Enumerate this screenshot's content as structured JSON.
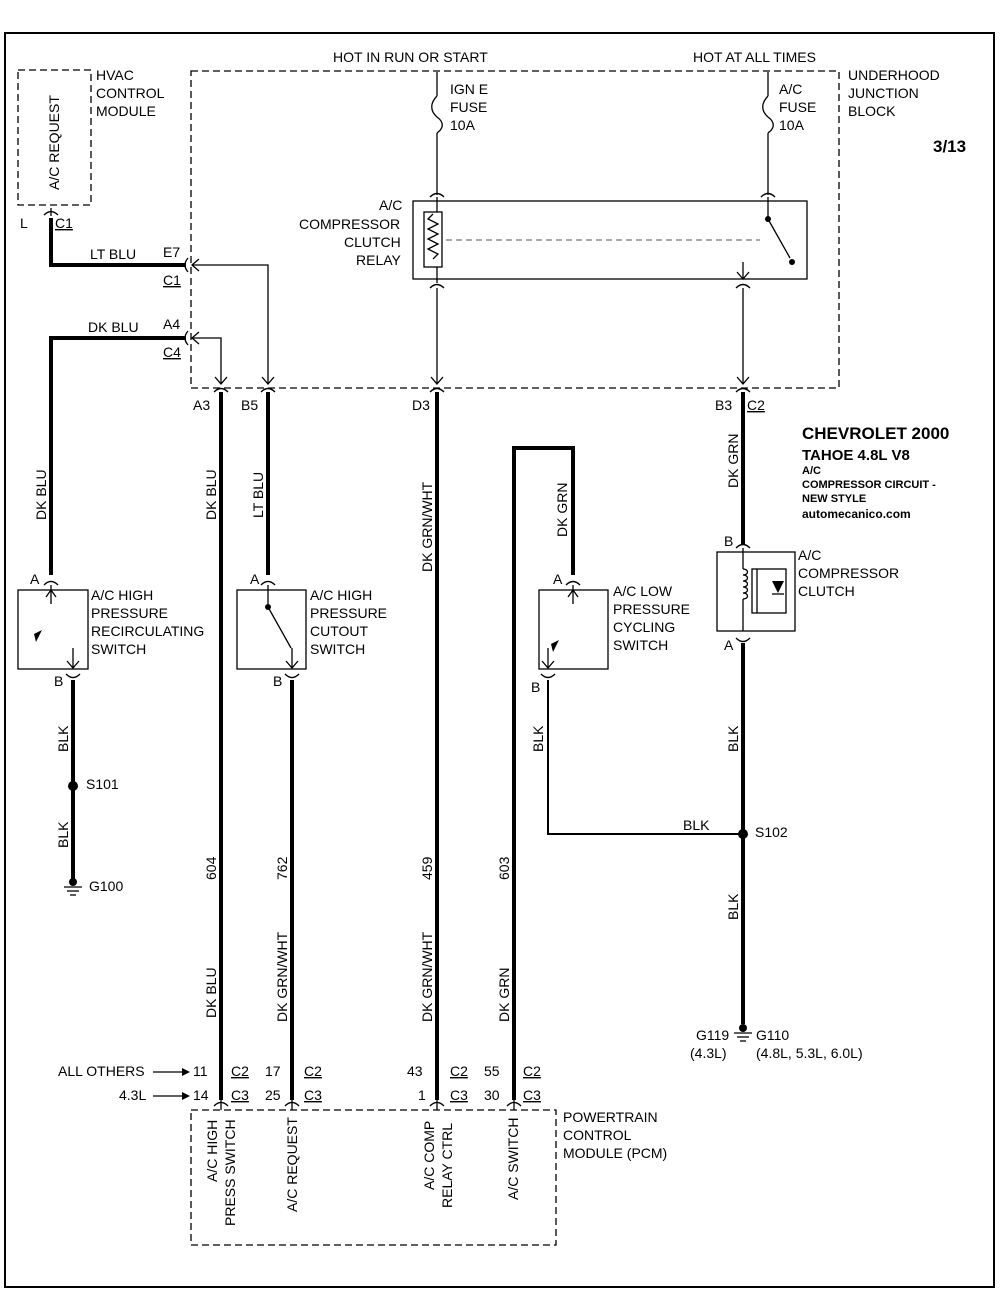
{
  "page": {
    "number": "3/13"
  },
  "title_block": {
    "line1": "CHEVROLET 2000",
    "line2": "TAHOE  4.8L  V8",
    "line3": "A/C",
    "line4": "COMPRESSOR CIRCUIT -",
    "line5": "NEW STYLE",
    "line6": "automecanico.com"
  },
  "power": {
    "hot_run_start": "HOT IN RUN OR START",
    "hot_all_times": "HOT AT ALL TIMES"
  },
  "fuses": {
    "ign_e": {
      "l1": "IGN E",
      "l2": "FUSE",
      "l3": "10A"
    },
    "ac": {
      "l1": "A/C",
      "l2": "FUSE",
      "l3": "10A"
    }
  },
  "junction_block": {
    "l1": "UNDERHOOD",
    "l2": "JUNCTION",
    "l3": "BLOCK"
  },
  "relay": {
    "l1": "A/C",
    "l2": "COMPRESSOR",
    "l3": "CLUTCH",
    "l4": "RELAY"
  },
  "hvac": {
    "l1": "HVAC",
    "l2": "CONTROL",
    "l3": "MODULE",
    "inner": "A/C REQUEST",
    "pin": "L",
    "conn": "C1"
  },
  "junction_pins": {
    "e7": "E7",
    "c1": "C1",
    "a4": "A4",
    "c4": "C4",
    "a3": "A3",
    "b5": "B5",
    "d3": "D3",
    "b3": "B3",
    "c2": "C2"
  },
  "wires": {
    "lt_blu": "LT BLU",
    "dk_blu": "DK BLU",
    "dk_grn_wht": "DK GRN/WHT",
    "dk_grn": "DK GRN",
    "blk": "BLK",
    "c604": "604",
    "c762": "762",
    "c459": "459",
    "c603": "603"
  },
  "switches": {
    "recirc": {
      "l1": "A/C HIGH",
      "l2": "PRESSURE",
      "l3": "RECIRCULATING",
      "l4": "SWITCH",
      "pa": "A",
      "pb": "B"
    },
    "cutout": {
      "l1": "A/C HIGH",
      "l2": "PRESSURE",
      "l3": "CUTOUT",
      "l4": "SWITCH",
      "pa": "A",
      "pb": "B"
    },
    "low": {
      "l1": "A/C LOW",
      "l2": "PRESSURE",
      "l3": "CYCLING",
      "l4": "SWITCH",
      "pa": "A",
      "pb": "B"
    }
  },
  "clutch": {
    "l1": "A/C",
    "l2": "COMPRESSOR",
    "l3": "CLUTCH",
    "pb": "B",
    "pa": "A"
  },
  "splices": {
    "s101": "S101",
    "s102": "S102"
  },
  "grounds": {
    "g100": "G100",
    "g119": "G119",
    "g119_note": "(4.3L)",
    "g110": "G110",
    "g110_note": "(4.8L, 5.3L, 6.0L)"
  },
  "pcm": {
    "l1": "POWERTRAIN",
    "l2": "CONTROL",
    "l3": "MODULE (PCM)",
    "all_others": "ALL OTHERS",
    "v43": "4.3L",
    "c2": "C2",
    "c3": "C3",
    "pins_all_others": [
      "11",
      "17",
      "43",
      "55"
    ],
    "pins_43": [
      "14",
      "25",
      "1",
      "30"
    ],
    "lbl_high_press_1": "A/C HIGH",
    "lbl_high_press_2": "PRESS SWITCH",
    "lbl_request": "A/C REQUEST",
    "lbl_relay_1": "A/C COMP",
    "lbl_relay_2": "RELAY CTRL",
    "lbl_switch": "A/C SWITCH"
  }
}
